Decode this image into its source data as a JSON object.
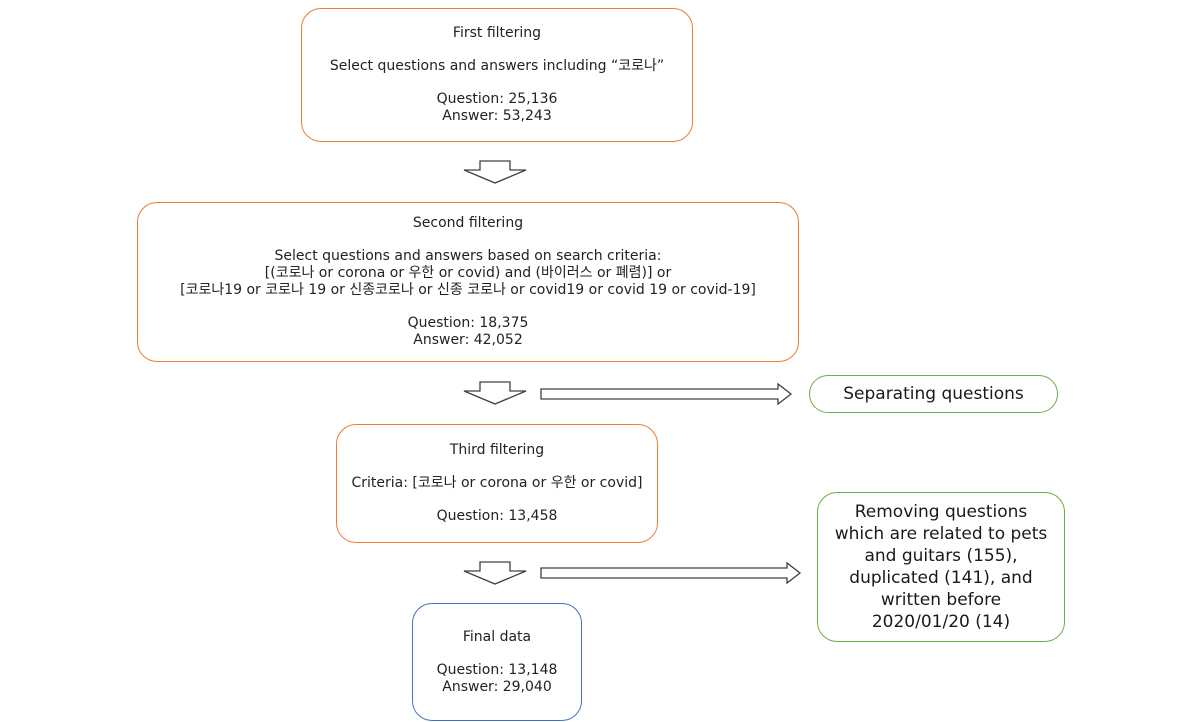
{
  "colors": {
    "filter_border": "#ED7D31",
    "final_border": "#4472C4",
    "side_border": "#70AD47"
  },
  "first": {
    "title": "First filtering",
    "desc": "Select questions and answers including “코로나”",
    "question": "Question: 25,136",
    "answer": "Answer: 53,243"
  },
  "second": {
    "title": "Second filtering",
    "desc_lines": [
      "Select questions and answers  based on search criteria:",
      "[(코로나 or corona or 우한 or covid) and (바이러스 or 폐렴)] or",
      "[코로나19 or 코로나 19 or 신종코로나 or 신종 코로나 or covid19 or covid 19 or covid-19]"
    ],
    "question": "Question: 18,375",
    "answer": "Answer: 42,052"
  },
  "third": {
    "title": "Third filtering",
    "criteria": "Criteria: [코로나 or corona or 우한 or covid]",
    "question": "Question: 13,458"
  },
  "final": {
    "title": "Final data",
    "question": "Question: 13,148",
    "answer": "Answer: 29,040"
  },
  "side1": {
    "label": "Separating questions"
  },
  "side2": {
    "lines": [
      "Removing questions",
      "which are related to pets",
      "and guitars (155),",
      "duplicated (141), and",
      "written before",
      "2020/01/20 (14)"
    ]
  }
}
